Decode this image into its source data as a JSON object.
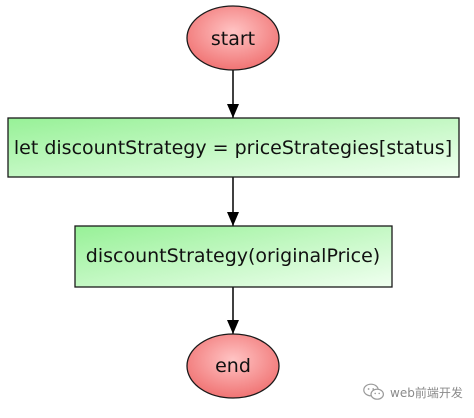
{
  "flowchart": {
    "nodes": [
      {
        "id": "start",
        "shape": "ellipse",
        "label": "start",
        "fill_from": "#ffb3b3",
        "fill_to": "#f07070"
      },
      {
        "id": "assign",
        "shape": "rect",
        "label": "let discountStrategy = priceStrategies[status]",
        "fill_from": "#9cf29c",
        "fill_to": "#e8ffe8"
      },
      {
        "id": "call",
        "shape": "rect",
        "label": "discountStrategy(originalPrice)",
        "fill_from": "#9cf29c",
        "fill_to": "#e8ffe8"
      },
      {
        "id": "end",
        "shape": "ellipse",
        "label": "end",
        "fill_from": "#ffb3b3",
        "fill_to": "#f07070"
      }
    ],
    "edges": [
      {
        "from": "start",
        "to": "assign"
      },
      {
        "from": "assign",
        "to": "call"
      },
      {
        "from": "call",
        "to": "end"
      }
    ]
  },
  "watermark": {
    "text": "web前端开发",
    "icon": "wechat-icon"
  },
  "colors": {
    "stroke": "#1a1a1a",
    "arrow": "#000000"
  }
}
